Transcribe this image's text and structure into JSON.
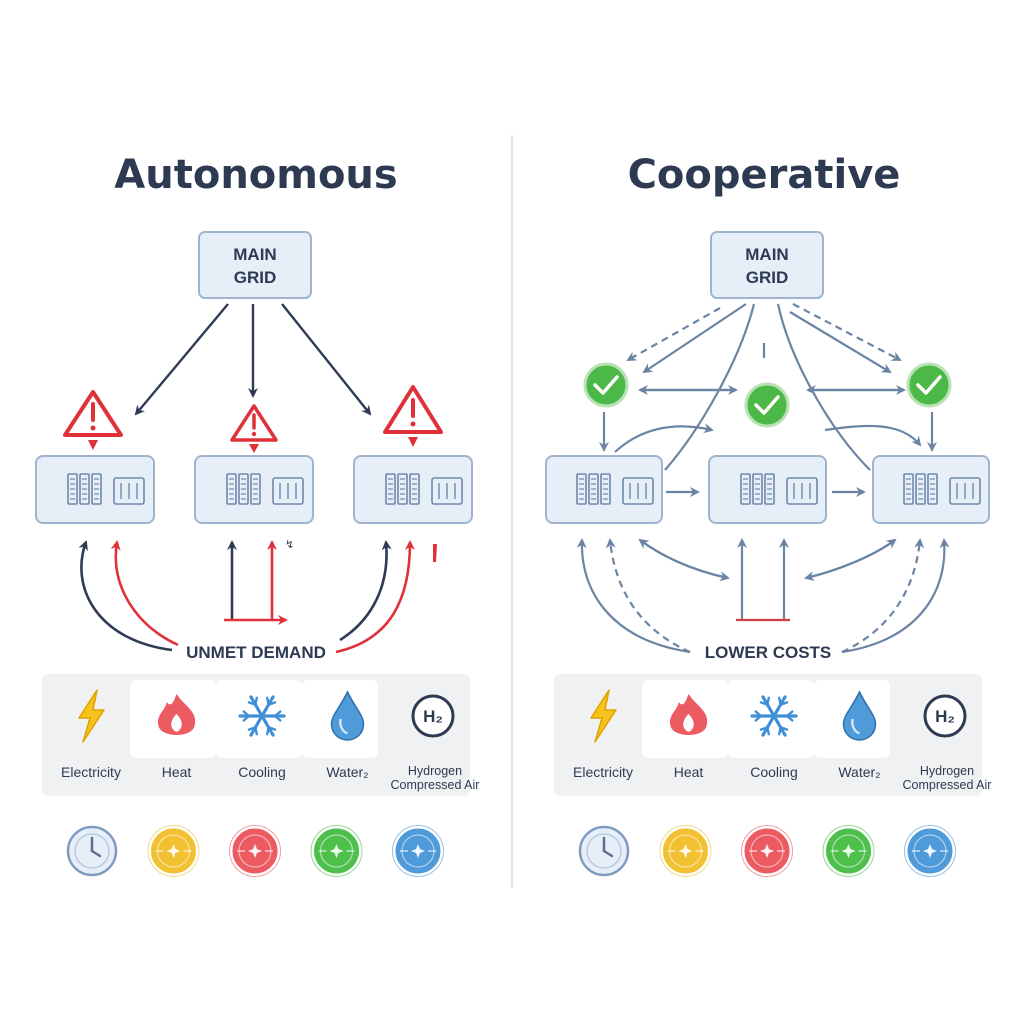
{
  "panels": [
    {
      "title": "Autonomous",
      "main_grid": [
        "MAIN",
        "GRID"
      ],
      "node_status": "warning",
      "callout": "UNMET DEMAND"
    },
    {
      "title": "Cooperative",
      "main_grid": [
        "MAIN",
        "GRID"
      ],
      "node_status": "ok",
      "callout": "LOWER COSTS"
    }
  ],
  "energy_types": [
    {
      "label": "Electricity",
      "icon": "lightning-icon"
    },
    {
      "label": "Heat",
      "icon": "flame-icon"
    },
    {
      "label": "Cooling",
      "icon": "snowflake-icon"
    },
    {
      "label": "Water₂",
      "icon": "water-drop-icon"
    },
    {
      "label": [
        "Hydrogen",
        "Compressed Air"
      ],
      "icon": "hydrogen-icon",
      "badge": "H₂"
    }
  ],
  "status_icons": [
    {
      "icon": "clock-icon",
      "color": "#9bb8d8"
    },
    {
      "icon": "yellow-status-icon",
      "color": "#f2c030"
    },
    {
      "icon": "red-status-icon",
      "color": "#ec5a62"
    },
    {
      "icon": "green-status-icon",
      "color": "#4cc04a"
    },
    {
      "icon": "blue-status-icon",
      "color": "#4f9ad8"
    }
  ],
  "colors": {
    "text": "#2d3a52",
    "node_fill": "#e6eef8",
    "node_stroke": "#9fb4cf",
    "alert_red": "#e0303a",
    "ok_green": "#4cb848",
    "arrow_dark": "#2f3b55",
    "arrow_blue": "#6c84a3",
    "strip_bg": "#f0f1f3"
  }
}
